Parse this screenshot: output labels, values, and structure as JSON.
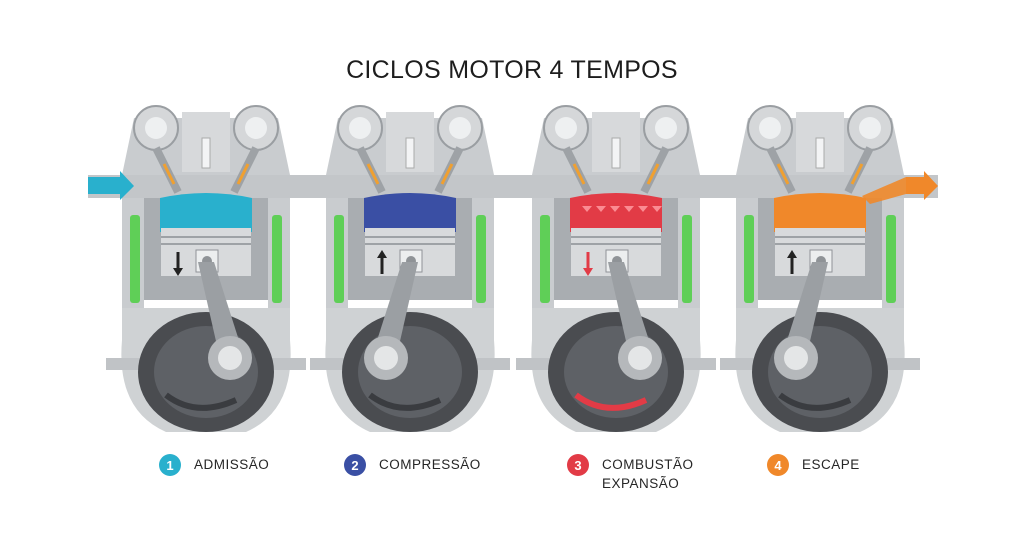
{
  "title": "CICLOS MOTOR 4 TEMPOS",
  "colors": {
    "intake": "#29b0cd",
    "compression": "#3a4fa4",
    "combustion": "#e23b46",
    "exhaust": "#f0882a",
    "cooling": "#5fcf57",
    "metal": "#b7babd",
    "crankcase": "#4a4c50"
  },
  "strokes": [
    {
      "number": "1",
      "label": "ADMISSÃO",
      "label2": "",
      "color": "#29b0cd",
      "icon": "intake-arrow",
      "piston_direction": "down"
    },
    {
      "number": "2",
      "label": "COMPRESSÃO",
      "label2": "",
      "color": "#3a4fa4",
      "icon": "",
      "piston_direction": "up"
    },
    {
      "number": "3",
      "label": "COMBUSTÃO",
      "label2": "EXPANSÃO",
      "color": "#e23b46",
      "icon": "",
      "piston_direction": "down"
    },
    {
      "number": "4",
      "label": "ESCAPE",
      "label2": "",
      "color": "#f0882a",
      "icon": "exhaust-arrow",
      "piston_direction": "up"
    }
  ]
}
